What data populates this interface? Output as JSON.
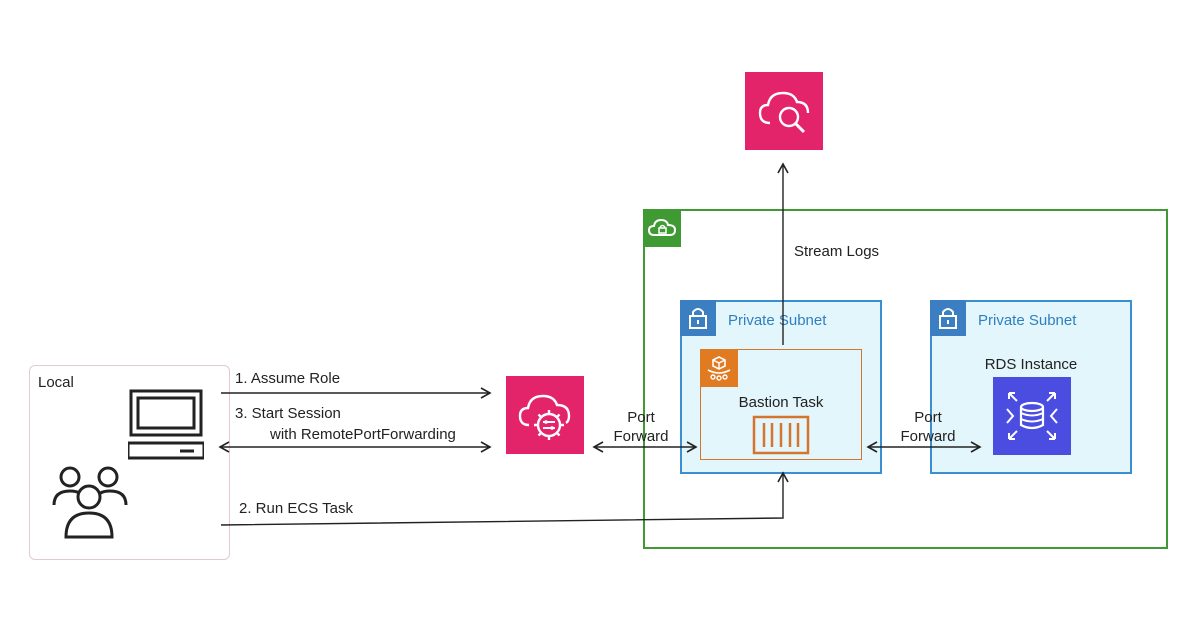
{
  "local": {
    "label": "Local"
  },
  "arrows": {
    "assume_role": "1. Assume Role",
    "start_session_line1": "3. Start Session",
    "start_session_line2": "with RemotePortForwarding",
    "run_ecs_task": "2. Run ECS Task",
    "stream_logs": "Stream Logs",
    "port_forward_left_line1": "Port",
    "port_forward_left_line2": "Forward",
    "port_forward_right_line1": "Port",
    "port_forward_right_line2": "Forward"
  },
  "subnets": [
    {
      "title": "Private Subnet"
    },
    {
      "title": "Private Subnet"
    }
  ],
  "bastion": {
    "label": "Bastion Task"
  },
  "rds": {
    "label": "RDS Instance"
  },
  "colors": {
    "vpc_border": "#3f9a34",
    "subnet_border": "#3b8fd1",
    "subnet_fill": "#e3f6fb",
    "task_border": "#d5742f",
    "pink_service": "#e4246a",
    "rds_service": "#4a4de0"
  },
  "icons": {
    "computer": "computer-icon",
    "users": "users-icon",
    "session_manager": "cloud-gear-icon",
    "cloudwatch": "cloud-search-icon",
    "vpc": "cloud-lock-icon",
    "subnet": "padlock-icon",
    "fargate": "fargate-icon",
    "container": "container-icon",
    "database": "database-icon"
  }
}
